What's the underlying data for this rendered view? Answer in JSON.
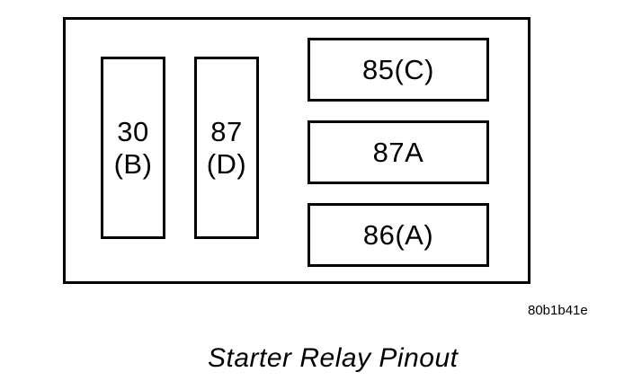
{
  "diagram": {
    "title": "Starter Relay Pinout",
    "figure_code": "80b1b41e",
    "pins": [
      {
        "id": "30",
        "label": "30\n(B)"
      },
      {
        "id": "87",
        "label": "87\n(D)"
      },
      {
        "id": "85",
        "label": "85(C)"
      },
      {
        "id": "87A",
        "label": "87A"
      },
      {
        "id": "86",
        "label": "86(A)"
      }
    ],
    "colors": {
      "line": "#000000",
      "background": "#ffffff"
    }
  }
}
